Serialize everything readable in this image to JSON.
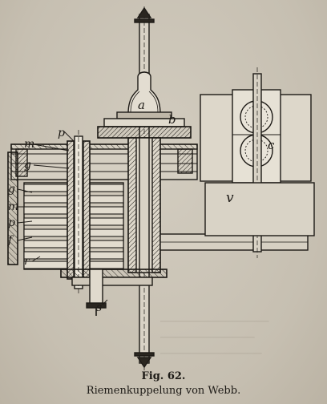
{
  "figure": {
    "number": "Fig. 62.",
    "title": "Riemenkuppelung von Webb."
  },
  "labels": {
    "a": "a",
    "b": "b",
    "c": "c",
    "p_top": "p",
    "m_top": "m",
    "g_top": "g",
    "g1": "g",
    "m2": "m",
    "p1": "p",
    "f": "f",
    "s_bottom": "s",
    "r": "r",
    "v": "v"
  }
}
